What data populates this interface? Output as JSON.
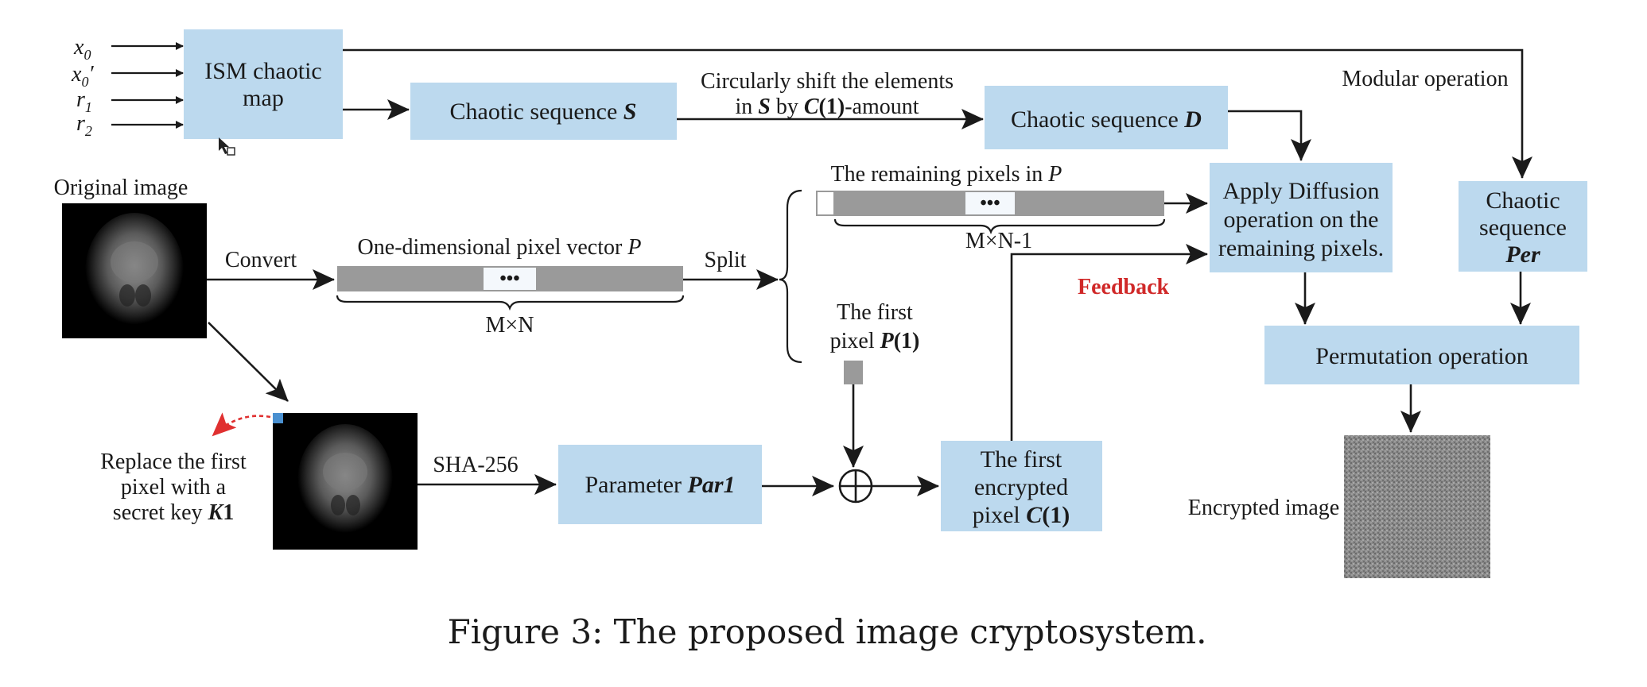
{
  "inputs": {
    "x0": "x",
    "x0_sub": "0",
    "x0p": "x",
    "x0p_sub": "0",
    "x0p_prime": "′",
    "r1": "r",
    "r1_sub": "1",
    "r2": "r",
    "r2_sub": "2"
  },
  "ism_box": {
    "line1": "ISM chaotic",
    "line2": "map"
  },
  "seq_s": {
    "text": "Chaotic sequence ",
    "sym": "S"
  },
  "shift_label": {
    "line1": "Circularly shift the elements",
    "line2_a": "in ",
    "line2_s": "S",
    "line2_b": " by ",
    "line2_c": "C",
    "line2_d": "(1)",
    "line2_e": "-amount"
  },
  "seq_d": {
    "text": "Chaotic sequence ",
    "sym": "D"
  },
  "modular_label": "Modular operation",
  "original_label": "Original image",
  "convert_label": "Convert",
  "vector_label": {
    "text": "One-dimensional pixel vector ",
    "sym": "P"
  },
  "mn_label": "M×N",
  "split_label": "Split",
  "remaining_label": {
    "text": "The remaining pixels in ",
    "sym": "P"
  },
  "mn1_label": "M×N-1",
  "ellipsis": "•••",
  "first_pixel_label": {
    "line1": "The first",
    "line2_a": "pixel ",
    "line2_p": "P",
    "line2_b": "(1)"
  },
  "feedback_label": "Feedback",
  "diffusion_box": {
    "line1": "Apply Diffusion",
    "line2": "operation on the",
    "line3": "remaining pixels."
  },
  "per_box": {
    "line1": "Chaotic",
    "line2": "sequence",
    "line3": "Per"
  },
  "permutation_box": "Permutation operation",
  "replace_label": {
    "line1": "Replace the first",
    "line2": "pixel with a",
    "line3_a": "secret key ",
    "line3_k": "K",
    "line3_b": "1"
  },
  "sha_label": "SHA-256",
  "par1_box": {
    "text": "Parameter ",
    "sym": "Par1"
  },
  "xor_symbol": "⊕",
  "first_enc_box": {
    "line1": "The first",
    "line2": "encrypted",
    "line3_a": "pixel ",
    "line3_c": "C",
    "line3_b": "(1)"
  },
  "encrypted_label": "Encrypted image",
  "caption": "Figure 3: The proposed image cryptosystem.",
  "colors": {
    "box": "#bcd9ee",
    "bar": "#9a9a9a",
    "feedback": "#d02828",
    "red_arrow": "#e03030",
    "key_pixel": "#4a90d0"
  }
}
